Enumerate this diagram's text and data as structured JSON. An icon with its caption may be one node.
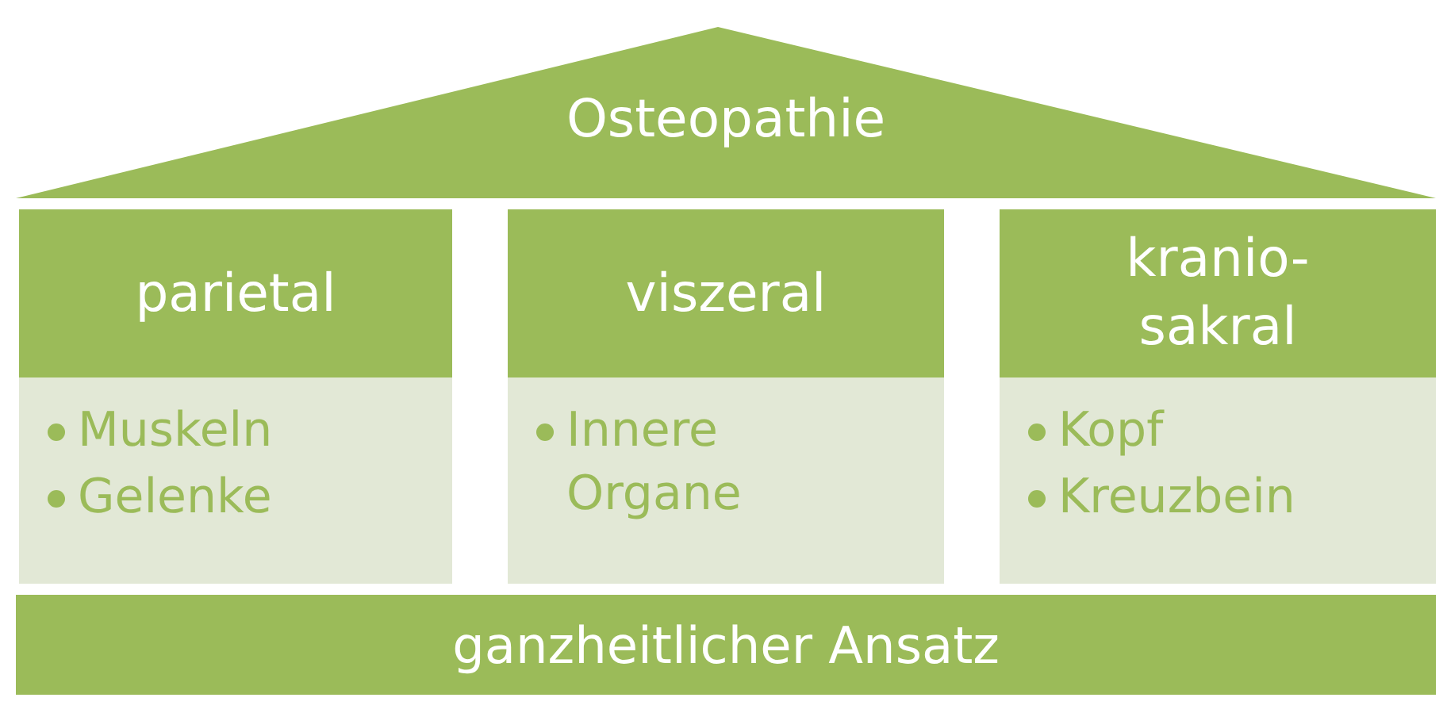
{
  "diagram": {
    "nodes": [
      {
        "text": [
          "Osteopathie"
        ]
      },
      {
        "text": [
          "parietal",
          "Muskeln",
          "Gelenke"
        ]
      },
      {
        "text": [
          "viszeral",
          "Innere Organe"
        ]
      },
      {
        "text": [
          "kranio- sakral",
          "Kopf",
          "Kreuzbein"
        ]
      },
      {
        "text": [
          "ganzheitlicher Ansatz"
        ]
      }
    ],
    "edges": []
  }
}
